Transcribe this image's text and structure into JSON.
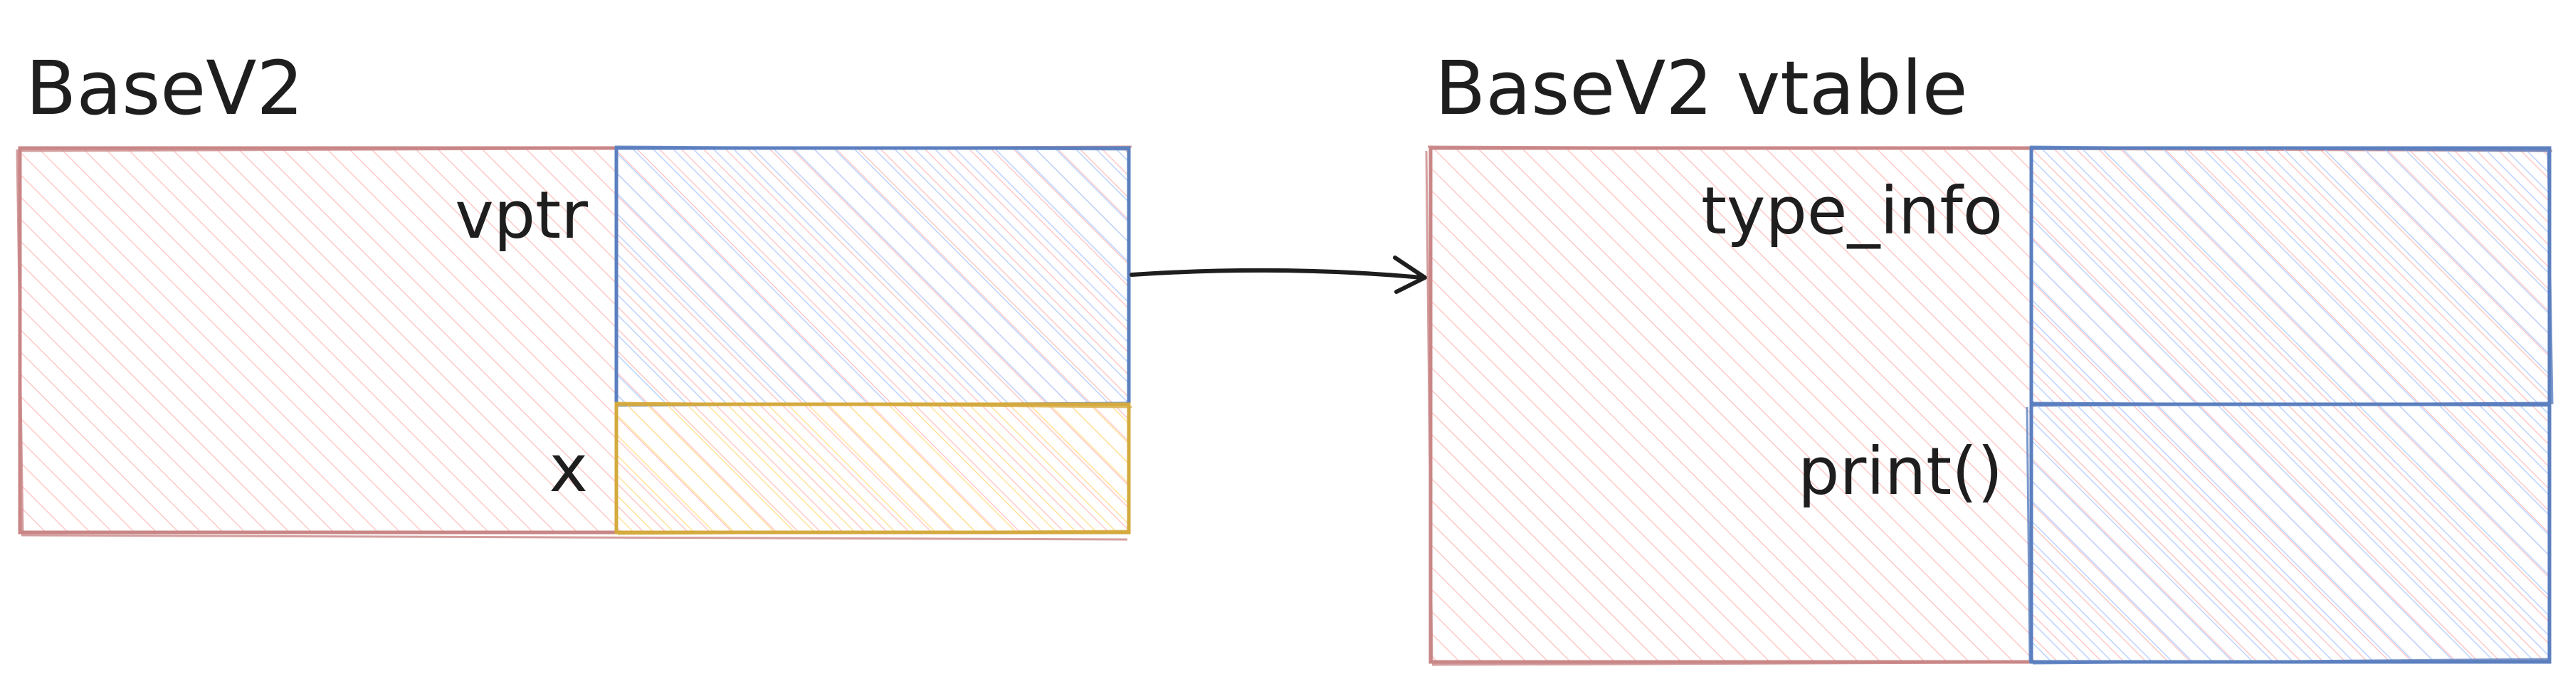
{
  "left_object": {
    "title": "BaseV2",
    "fields": [
      {
        "label": "vptr"
      },
      {
        "label": "x"
      }
    ]
  },
  "right_object": {
    "title": "BaseV2 vtable",
    "entries": [
      {
        "label": "type_info"
      },
      {
        "label": "print()"
      }
    ]
  },
  "colors": {
    "object_stroke": "#c98686",
    "object_fill": "#ffd9d9",
    "pointer_stroke": "#5b7fbf",
    "pointer_fill": "#c7dcff",
    "value_stroke": "#d4aa3f",
    "value_fill": "#ffecaa",
    "arrow": "#1e1e1e",
    "text": "#1e1e1e"
  }
}
